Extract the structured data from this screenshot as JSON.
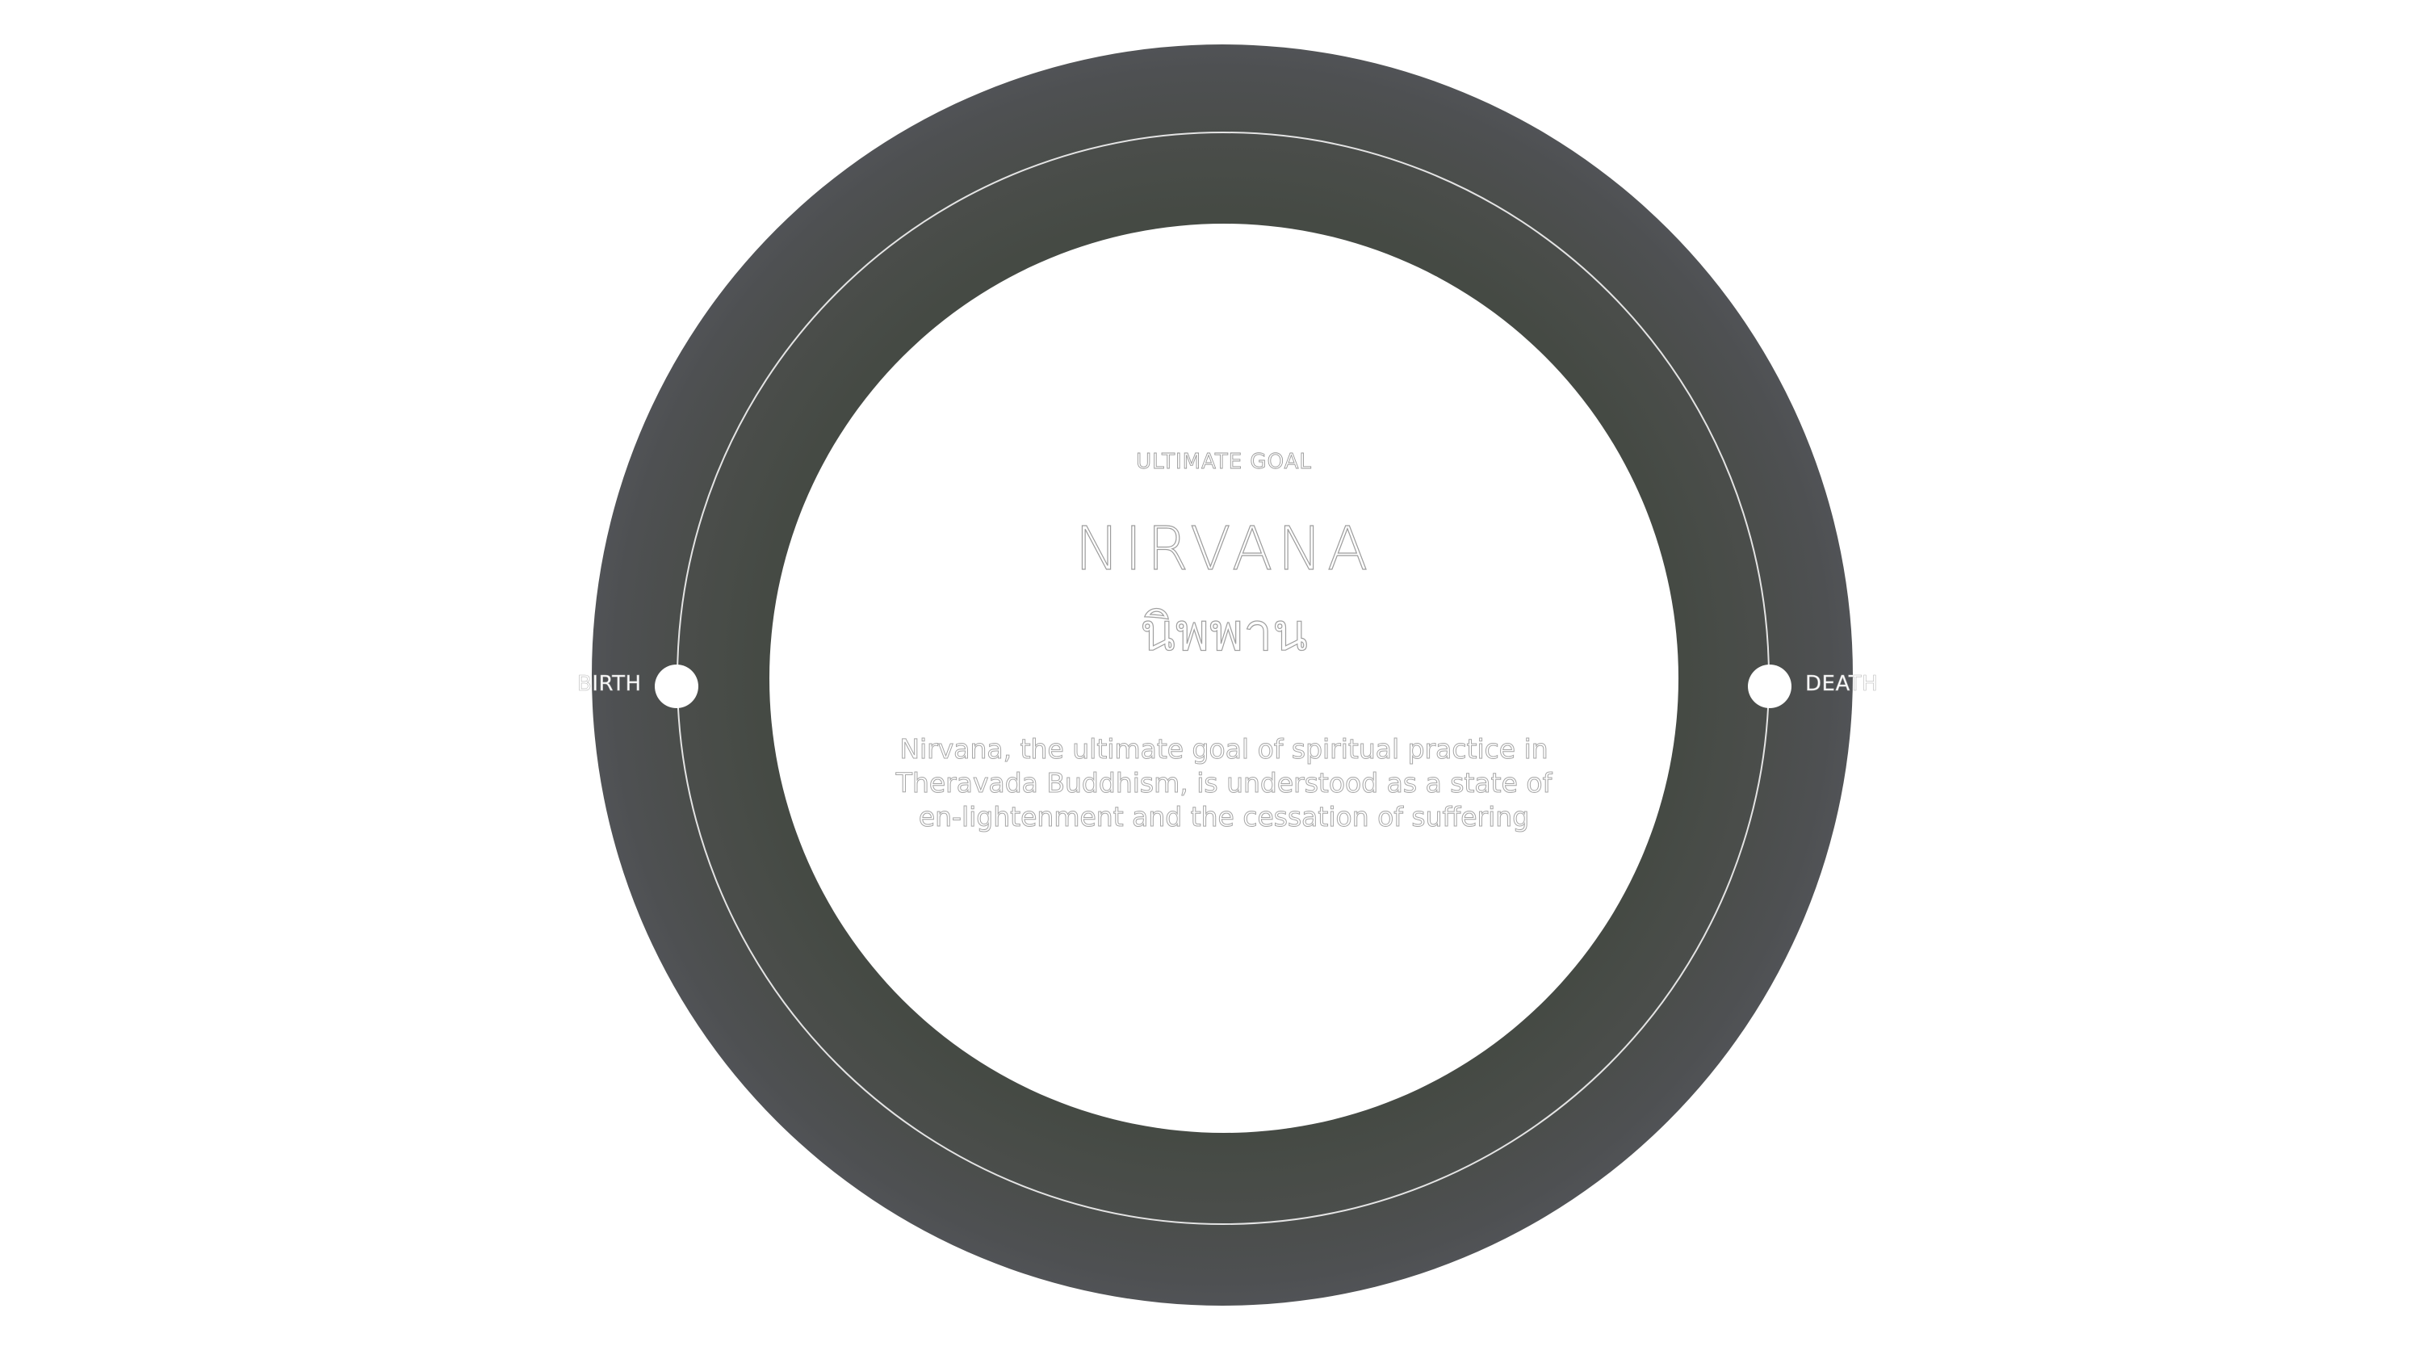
{
  "cycle": {
    "start_label": "BIRTH",
    "end_label": "DEATH"
  },
  "center": {
    "eyebrow": "ULTIMATE GOAL",
    "title": "NIRVANA",
    "title_thai": "นิพพาน",
    "description": "Nirvana, the ultimate goal of spiritual practice in Theravada Buddhism, is understood as a state of en-lightenment and the cessation of suffering"
  },
  "colors": {
    "ring_inner": "#454a44",
    "ring_outer": "#5c5d66",
    "background": "#ffffff"
  }
}
